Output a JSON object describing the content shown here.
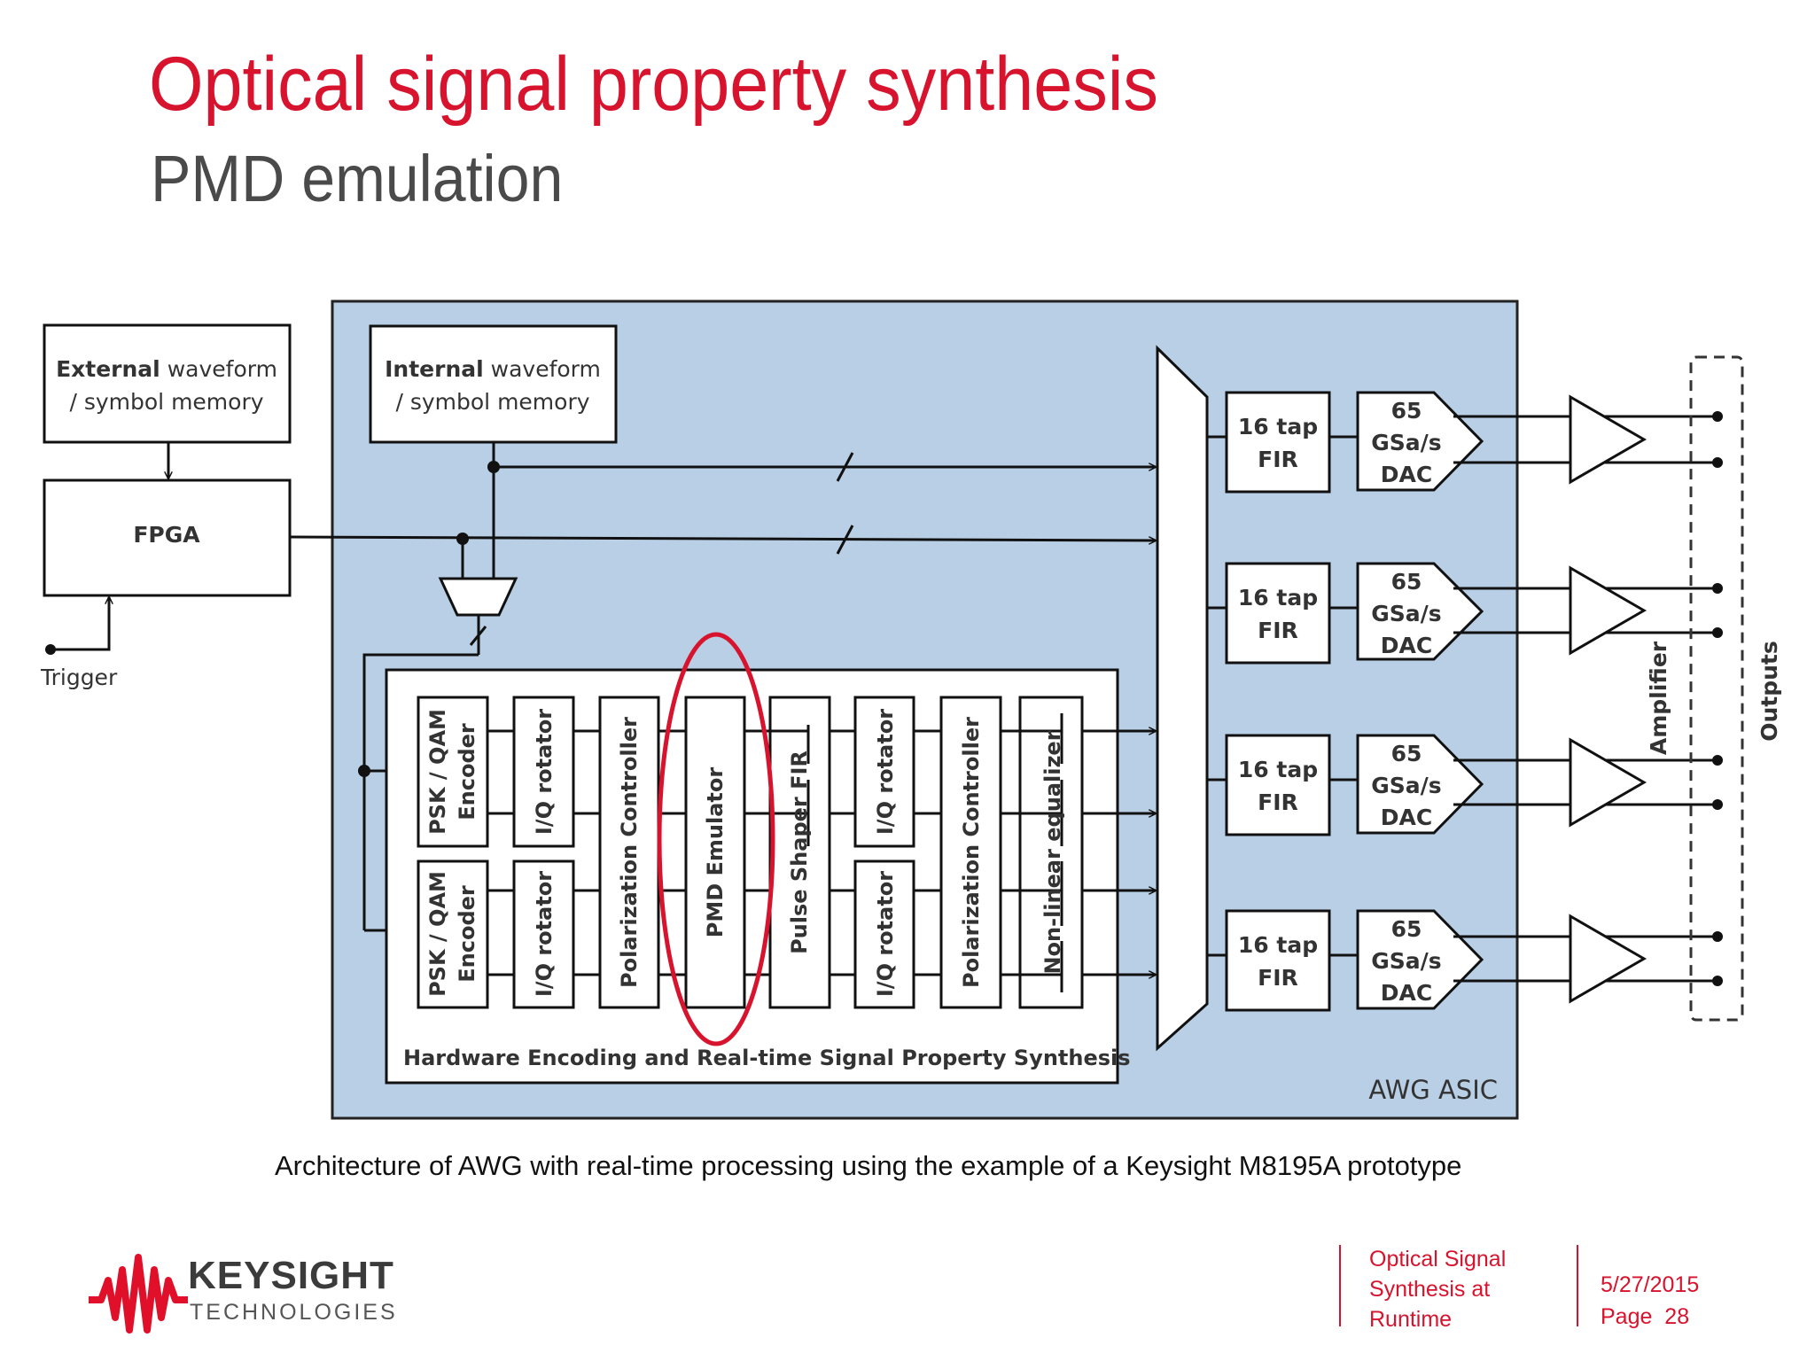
{
  "slide": {
    "title": "Optical signal property synthesis",
    "subtitle": "PMD emulation",
    "caption": "Architecture of AWG with real-time processing using the example of a Keysight M8195A prototype"
  },
  "diagram": {
    "external_memory": {
      "bold": "External",
      "rest": " waveform",
      "line2": "/ symbol memory"
    },
    "internal_memory": {
      "bold": "Internal",
      "rest": " waveform",
      "line2": "/ symbol memory"
    },
    "fpga": "FPGA",
    "trigger": "Trigger",
    "asic_label": "AWG ASIC",
    "hw_label": "Hardware Encoding and Real-time Signal Property Synthesis",
    "encoder": {
      "line1": "PSK / QAM",
      "line2": "Encoder"
    },
    "iq_rotator": "I/Q rotator",
    "polarization_controller": "Polarization Controller",
    "pmd_emulator": "PMD Emulator",
    "pulse_shaper": "Pulse Shaper FIR",
    "nonlinear_equalizer": "Non-linear equalizer",
    "fir": {
      "line1": "16 tap",
      "line2": "FIR"
    },
    "dac": {
      "line1": "65",
      "line2": "GSa/s",
      "line3": "DAC"
    },
    "amplifier": "Amplifier",
    "outputs": "Outputs",
    "highlight_color": "#d7132d",
    "asic_color": "#b8cfe6"
  },
  "footer": {
    "logo_word": "KEYSIGHT",
    "logo_sub": "TECHNOLOGIES",
    "doc_title_lines": [
      "Optical Signal",
      "Synthesis at",
      "Runtime"
    ],
    "date": "5/27/2015",
    "page_label": "Page",
    "page_number": "28"
  }
}
